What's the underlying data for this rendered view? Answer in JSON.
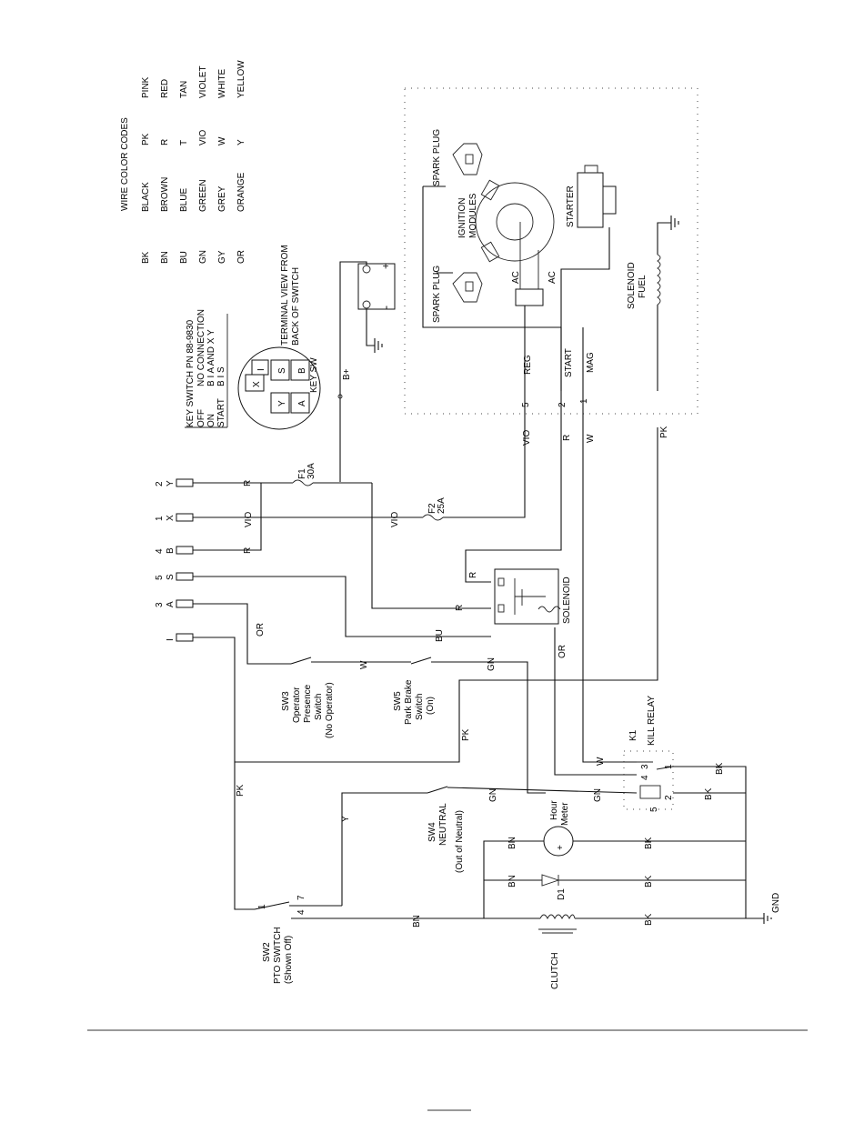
{
  "wire_color_codes": {
    "title": "WIRE COLOR CODES",
    "left": [
      {
        "code": "BK",
        "name": "BLACK"
      },
      {
        "code": "BN",
        "name": "BROWN"
      },
      {
        "code": "BU",
        "name": "BLUE"
      },
      {
        "code": "GN",
        "name": "GREEN"
      },
      {
        "code": "GY",
        "name": "GREY"
      },
      {
        "code": "OR",
        "name": "ORANGE"
      }
    ],
    "right": [
      {
        "code": "PK",
        "name": "PINK"
      },
      {
        "code": "R",
        "name": "RED"
      },
      {
        "code": "T",
        "name": "TAN"
      },
      {
        "code": "VIO",
        "name": "VIOLET"
      },
      {
        "code": "W",
        "name": "WHITE"
      },
      {
        "code": "Y",
        "name": "YELLOW"
      }
    ]
  },
  "key_switch_table": {
    "title": "KEY SWITCH PN 88-9830",
    "rows": [
      {
        "pos": "OFF",
        "conn": "NO CONNECTION"
      },
      {
        "pos": "ON",
        "conn": "B I A     AND  X Y"
      },
      {
        "pos": "START",
        "conn": "B I S"
      }
    ]
  },
  "terminal_view": {
    "title1": "TERMINAL VIEW FROM",
    "title2": "BACK OF SWITCH",
    "label": "KEY SW",
    "terminals": [
      "X",
      "I",
      "S",
      "B",
      "Y",
      "A"
    ]
  },
  "engine": {
    "spark_plug_top": "SPARK PLUG",
    "spark_plug_bottom": "SPARK PLUG",
    "ignition_1": "IGNITION",
    "ignition_2": "MODULES",
    "starter": "STARTER",
    "ac1": "AC",
    "ac2": "AC",
    "solenoid_1": "SOLENOID",
    "solenoid_2": "FUEL",
    "pin_5": "5",
    "pin_2": "2",
    "pin_1": "1",
    "reg": "REG",
    "start": "START",
    "mag": "MAG"
  },
  "connector_labels": [
    {
      "num": "2",
      "let": "Y"
    },
    {
      "num": "1",
      "let": "X"
    },
    {
      "num": "4",
      "let": "B"
    },
    {
      "num": "5",
      "let": "S"
    },
    {
      "num": "3",
      "let": "A"
    },
    {
      "num": "",
      "let": "I"
    }
  ],
  "wire_labels": {
    "vio_left": "VIO",
    "r_left": "R",
    "w_left": "W",
    "pk_right": "PK",
    "r_y": "R",
    "vio_x": "VIO",
    "r_b": "R",
    "vio_mid": "VIO",
    "r_sol_top": "R",
    "r_sol": "R",
    "bu": "BU",
    "or_a": "OR",
    "or_sol": "OR",
    "w_sw3": "W",
    "gn_sw5": "GN",
    "pk_sw5": "PK",
    "w_k1": "W",
    "bk_k1_1": "BK",
    "gn_sw4": "GN",
    "gn_k1": "GN",
    "bk_k1_2": "BK",
    "bn_hour": "BN",
    "bk_hour": "BK",
    "bn_d1": "BN",
    "bk_d1": "BK",
    "bn_clutch": "BN",
    "bk_clutch": "BK",
    "pk_left": "PK",
    "y_sw4": "Y",
    "bplus": "B+"
  },
  "fuses": {
    "f1_name": "F1",
    "f1_rating": "30A",
    "f2_name": "F2",
    "f2_rating": "25A"
  },
  "solenoid_main": "SOLENOID",
  "switches": {
    "sw3": [
      "SW3",
      "Operator",
      "Presence",
      "Switch",
      "(No Operator)"
    ],
    "sw5": [
      "SW5",
      "Park Brake",
      "Switch",
      "(On)"
    ],
    "sw4": [
      "SW4",
      "NEUTRAL",
      "(Out of Neutral)"
    ],
    "sw2": [
      "SW2",
      "PTO SWITCH",
      "(Shown Off)"
    ],
    "sw2_pins": {
      "p1": "1",
      "p7": "7",
      "p4": "4"
    }
  },
  "relay": {
    "name": "K1",
    "desc": "KILL RELAY",
    "p3": "3",
    "p4": "4",
    "p1": "1",
    "p5": "5",
    "p2": "2"
  },
  "hour_meter": [
    "Hour",
    "Meter"
  ],
  "diode": "D1",
  "clutch": "CLUTCH",
  "gnd": "GND",
  "battery": {
    "plus": "+",
    "minus": "-"
  }
}
